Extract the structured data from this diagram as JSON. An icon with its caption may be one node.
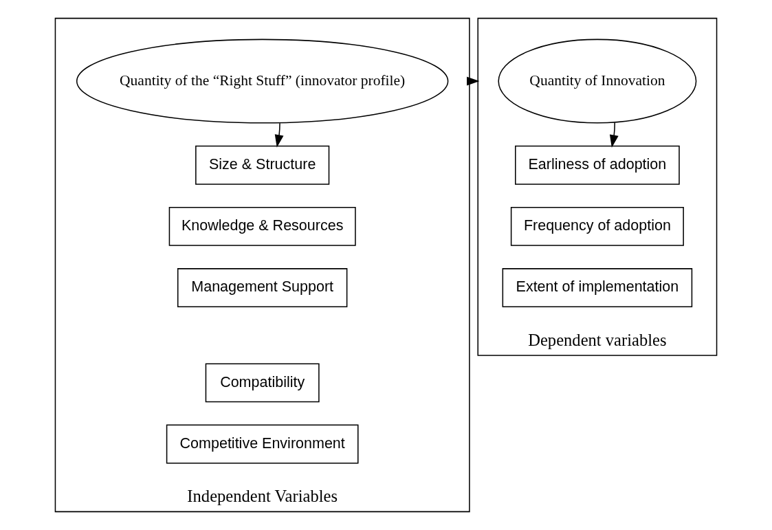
{
  "diagram": {
    "nodes": [
      {
        "text": [
          "Independent Variables"
        ]
      },
      {
        "text": [
          "Quantity of the “Right Stuff” (innovator profile)"
        ],
        "in": 0
      },
      {
        "text": [
          "Size & Structure"
        ],
        "in": 0
      },
      {
        "text": [
          "Knowledge & Resources"
        ],
        "in": 0
      },
      {
        "text": [
          "Management Support"
        ],
        "in": 0
      },
      {
        "text": [
          "Compatibility"
        ],
        "in": 0
      },
      {
        "text": [
          "Competitive Environment"
        ],
        "in": 0
      },
      {
        "text": [
          "Dependent variables"
        ]
      },
      {
        "text": [
          "Quantity of Innovation"
        ],
        "in": 7
      },
      {
        "text": [
          "Earliness of adoption"
        ],
        "in": 7
      },
      {
        "text": [
          "Frequency of adoption"
        ],
        "in": 7
      },
      {
        "text": [
          "Extent of implementation"
        ],
        "in": 7
      }
    ],
    "edges": [
      {
        "from": 0,
        "to": 7,
        "arrow": "to"
      },
      {
        "from": 1,
        "to": 2,
        "arrow": "to"
      },
      {
        "from": 8,
        "to": 9,
        "arrow": "to"
      }
    ]
  }
}
